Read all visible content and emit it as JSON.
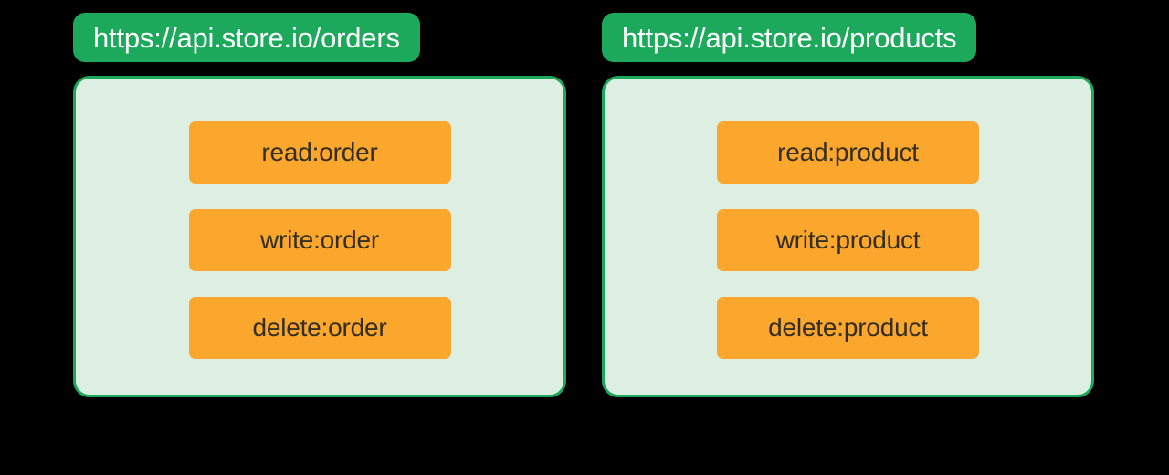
{
  "colors": {
    "background": "#000000",
    "accent_green": "#1DA95B",
    "panel_fill": "#DDEFE2",
    "chip_orange": "#FBA62C",
    "chip_text": "#332E1E",
    "pill_text": "#FFFFFF"
  },
  "groups": [
    {
      "endpoint": "https://api.store.io/orders",
      "scopes": [
        {
          "label": "read:order"
        },
        {
          "label": "write:order"
        },
        {
          "label": "delete:order"
        }
      ]
    },
    {
      "endpoint": "https://api.store.io/products",
      "scopes": [
        {
          "label": "read:product"
        },
        {
          "label": "write:product"
        },
        {
          "label": "delete:product"
        }
      ]
    }
  ]
}
